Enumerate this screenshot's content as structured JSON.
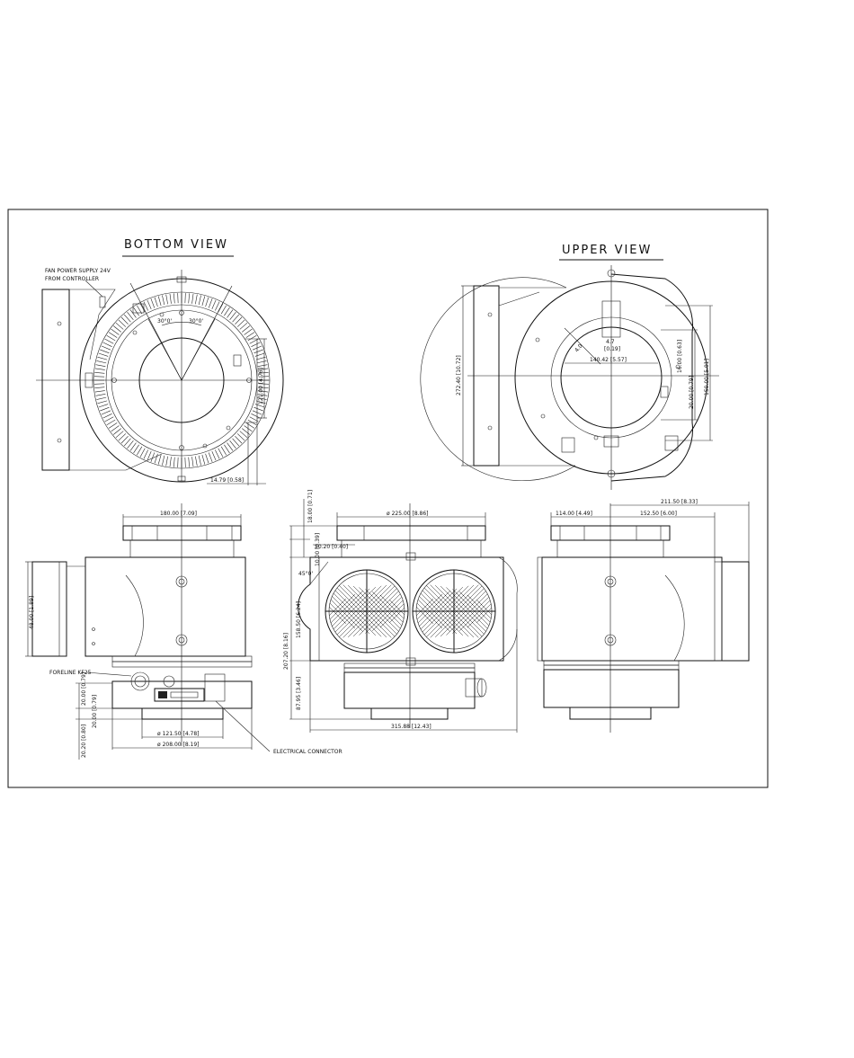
{
  "views": {
    "bottom_title": "BOTTOM VIEW",
    "upper_title": "UPPER VIEW"
  },
  "notes": {
    "fan_power_1": "FAN POWER SUPPLY 24V",
    "fan_power_2": "FROM CONTROLLER",
    "foreline": "FORELINE KF25",
    "electrical": "ELECTRICAL CONNECTOR"
  },
  "dims": {
    "bottom": {
      "angle_left": "30°0'",
      "angle_right": "30°0'",
      "d1": "121.00 [4.76]",
      "d2": "14.79 [0.58]"
    },
    "upper": {
      "d1": "272.40 [10.72]",
      "d2": "140.42 [5.57]",
      "d3": "16.00 [0.63]",
      "d4": "20.00 [0.79]",
      "d5": "150.00 [5.91]",
      "d6": "4.7",
      "d7": "[0.19]",
      "d8": "4.0"
    },
    "side_left": {
      "d1": "180.00 [7.09]",
      "d2": "48.00 [1.89]",
      "d3": "20.00 [0.79]",
      "d4": "20.20 [0.80]",
      "d5": "ø 121.50 [4.78]",
      "d6": "ø 208.00 [8.19]"
    },
    "front": {
      "d1": "ø 225.00 [8.86]",
      "d2": "18.00 [0.71]",
      "d3": "10.20 [0.40]",
      "d4": "45°0'",
      "d5": "207.20 [8.16]",
      "d6": "158.50 [6.24]",
      "d7": "87.95 [3.46]",
      "d8": "315.88 [12.43]",
      "d9": "10.00 [0.39]"
    },
    "side_right": {
      "d1": "211.50 [8.33]",
      "d2": "114.00 [4.49]",
      "d3": "152.50 [6.00]"
    }
  }
}
